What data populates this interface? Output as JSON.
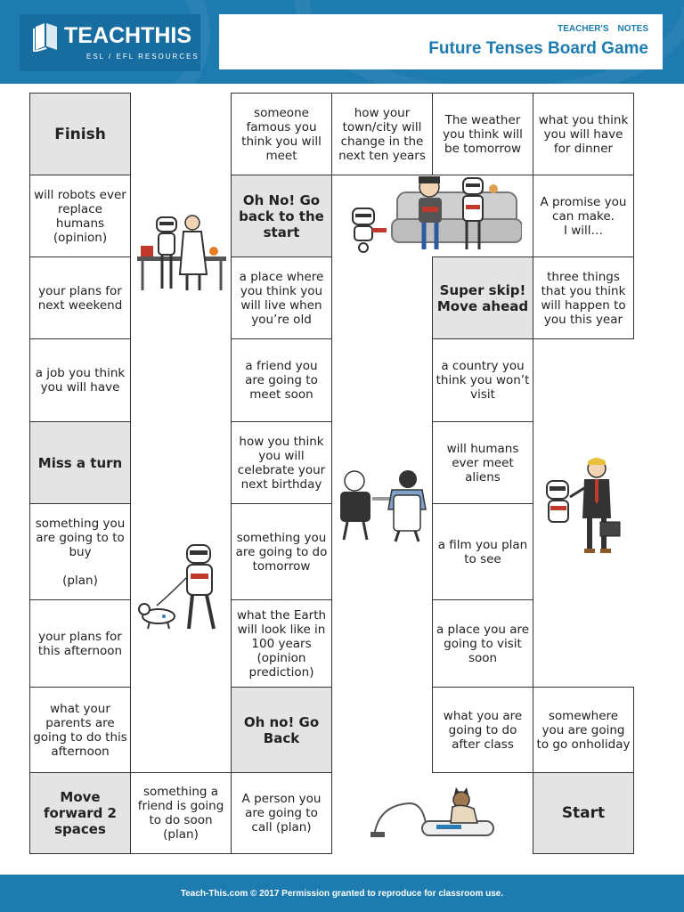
{
  "header": {
    "logo_text": "TEACHTHIS",
    "logo_sub": "ESL / EFL RESOURCES",
    "teachers": "TEACHER'S",
    "notes": "NOTES",
    "title": "Future Tenses Board Game"
  },
  "board": {
    "col1": [
      "Finish",
      "will robots ever replace humans (opinion)",
      "your plans for next weekend",
      "a job you think you will have",
      "Miss a turn",
      "something you are going to to buy\n\n(plan)",
      "your plans for this afternoon",
      "what your parents are going to do this afternoon",
      "Move forward 2 spaces"
    ],
    "col2": [
      "something a friend is going to do soon (plan)"
    ],
    "col3": [
      "someone famous you think you will meet",
      "Oh No! Go back to the start",
      "a place where you think you will live when you’re old",
      "a friend you are going to meet soon",
      "how you think you will celebrate your next birthday",
      "something you are going to do tomorrow",
      "what the Earth will look like in 100 years (opinion prediction)",
      "Oh no! Go Back",
      "A person you are going to call (plan)"
    ],
    "col4": [
      "how your town/city will change in the next ten years"
    ],
    "col5": [
      "The weather you think will be tomorrow",
      "Super skip! Move ahead",
      "a country you think you won’t visit",
      "will humans ever meet aliens",
      "a film you plan to see",
      "a place you are going to visit soon",
      "what you are going to do after class"
    ],
    "col6": [
      "what you think you will have for dinner",
      "A promise you can make.\nI will…",
      "three things that you think will happen to you this year",
      "somewhere you are going to go onholiday",
      "Start"
    ]
  },
  "footer": {
    "text": "Teach-This.com © 2017 Permission granted to reproduce for classroom use."
  },
  "colors": {
    "brand_blue": "#1d7bb0",
    "special_cell": "#e4e4e4"
  }
}
